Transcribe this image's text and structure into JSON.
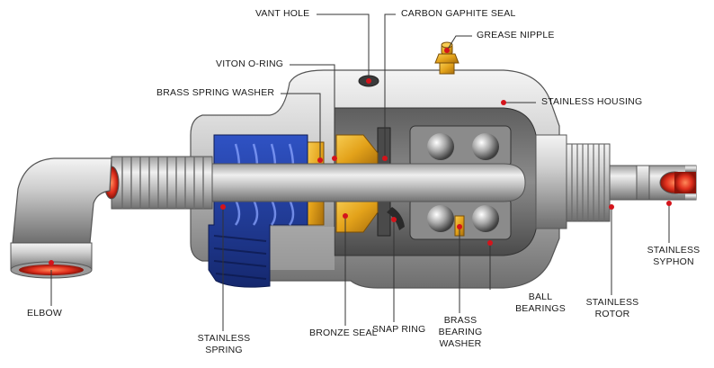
{
  "title": "",
  "labels": {
    "vant_hole": "VANT HOLE",
    "carbon_seal": "CARBON GAPHITE SEAL",
    "grease_nipple": "GREASE NIPPLE",
    "viton_oring": "VITON O-RING",
    "brass_spring_washer": "BRASS SPRING WASHER",
    "stainless_housing": "STAINLESS HOUSING",
    "elbow": "ELBOW",
    "stainless_spring": [
      "STAINLESS",
      "SPRING"
    ],
    "bronze_seal": "BRONZE SEAL",
    "snap_ring": "SNAP RING",
    "brass_bearing_washer": [
      "BRASS",
      "BEARING",
      "WASHER"
    ],
    "ball_bearings": [
      "BALL",
      "BEARINGS"
    ],
    "stainless_rotor": [
      "STAINLESS",
      "ROTOR"
    ],
    "stainless_syphon": [
      "STAINLESS",
      "SYPHON"
    ]
  },
  "colors": {
    "leader": "#333333",
    "marker": "#d4141b",
    "metal_light": "#e6e6e6",
    "metal_dark": "#7a7a7a",
    "spring_blue": "#1f3d9e",
    "brass": "#e3a21a",
    "bore_red": "#e0301e"
  }
}
